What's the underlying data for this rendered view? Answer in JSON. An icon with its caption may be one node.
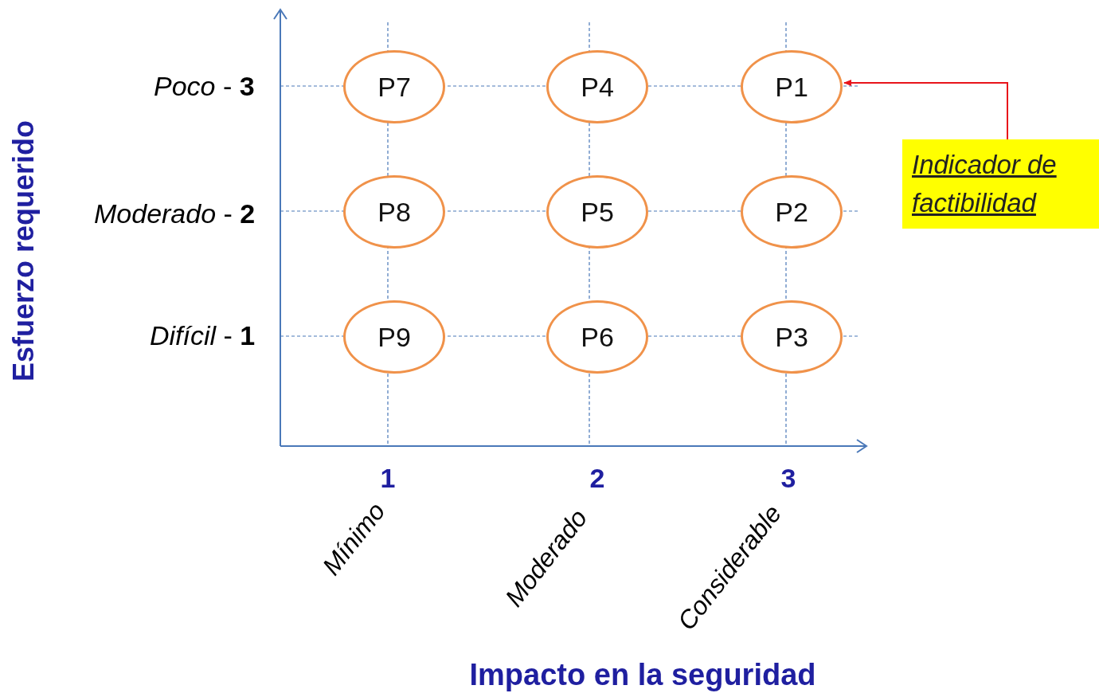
{
  "diagram": {
    "nodes": [
      {
        "text": [
          "P7"
        ]
      },
      {
        "text": [
          "P4"
        ]
      },
      {
        "text": [
          "P1"
        ]
      },
      {
        "text": [
          "P8"
        ]
      },
      {
        "text": [
          "P5"
        ]
      },
      {
        "text": [
          "P2"
        ]
      },
      {
        "text": [
          "P9"
        ]
      },
      {
        "text": [
          "P6"
        ]
      },
      {
        "text": [
          "P3"
        ]
      },
      {
        "text": [
          "Indicador de factibilidad"
        ]
      }
    ],
    "edges": [
      {
        "from": 9,
        "to": 2,
        "arrow": "to",
        "color": "#e8141b"
      }
    ],
    "labels": [
      "Esfuerzo requerido",
      "*Poco* - **3**",
      "*Moderado* - **2**",
      "*Difícil*  - **1**",
      "1",
      "2",
      "3",
      "Mínimo",
      "Moderado",
      "Considerable",
      "Impacto en la seguridad"
    ]
  }
}
